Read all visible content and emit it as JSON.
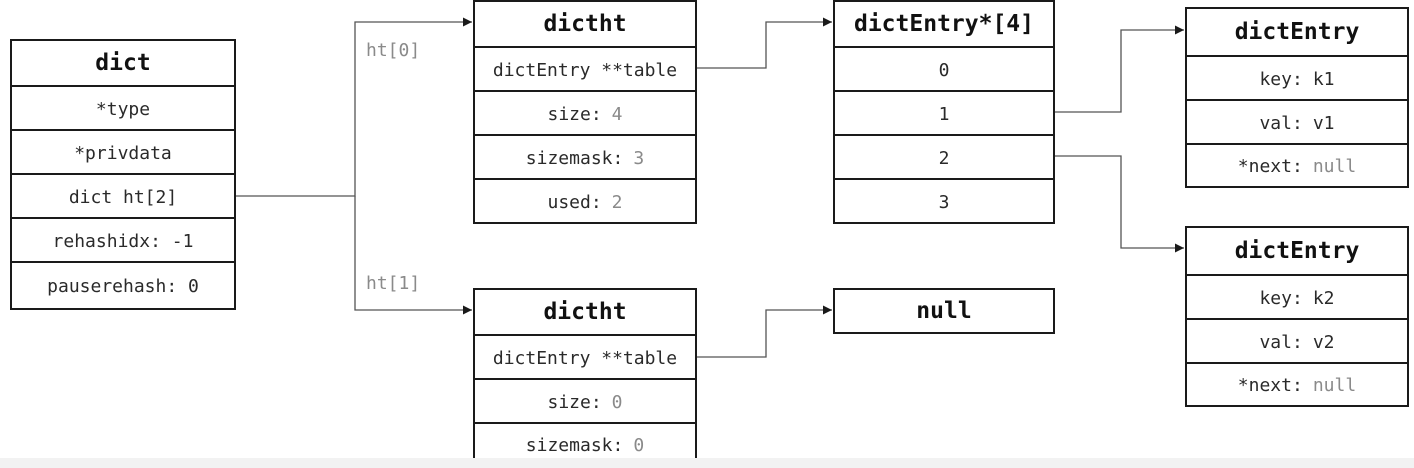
{
  "colors": {
    "line": "#1a1a1a",
    "wire": "#555555",
    "value": "#8a8a8a",
    "background": "#ffffff"
  },
  "dict": {
    "title": "dict",
    "fields": [
      {
        "name": "*type",
        "value": ""
      },
      {
        "name": "*privdata",
        "value": ""
      },
      {
        "name": "dict ht[2]",
        "value": ""
      },
      {
        "name": "rehashidx: -1",
        "value": ""
      },
      {
        "name": "pauserehash: 0",
        "value": ""
      }
    ]
  },
  "ht_labels": [
    "ht[0]",
    "ht[1]"
  ],
  "dictht0": {
    "title": "dictht",
    "fields": [
      {
        "name": "dictEntry **table",
        "value": ""
      },
      {
        "name": "size:",
        "value": "4"
      },
      {
        "name": "sizemask:",
        "value": "3"
      },
      {
        "name": "used:",
        "value": "2"
      }
    ]
  },
  "dictht1": {
    "title": "dictht",
    "fields": [
      {
        "name": "dictEntry **table",
        "value": ""
      },
      {
        "name": "size:",
        "value": "0"
      },
      {
        "name": "sizemask:",
        "value": "0"
      }
    ]
  },
  "table": {
    "title": "dictEntry*[4]",
    "slots": [
      "0",
      "1",
      "2",
      "3"
    ]
  },
  "null_box": {
    "title": "null"
  },
  "entry1": {
    "title": "dictEntry",
    "fields": [
      {
        "name": "key:",
        "value": "k1"
      },
      {
        "name": "val:",
        "value": "v1"
      },
      {
        "name": "*next:",
        "value": "null"
      }
    ]
  },
  "entry2": {
    "title": "dictEntry",
    "fields": [
      {
        "name": "key:",
        "value": "k2"
      },
      {
        "name": "val:",
        "value": "v2"
      },
      {
        "name": "*next:",
        "value": "null"
      }
    ]
  }
}
